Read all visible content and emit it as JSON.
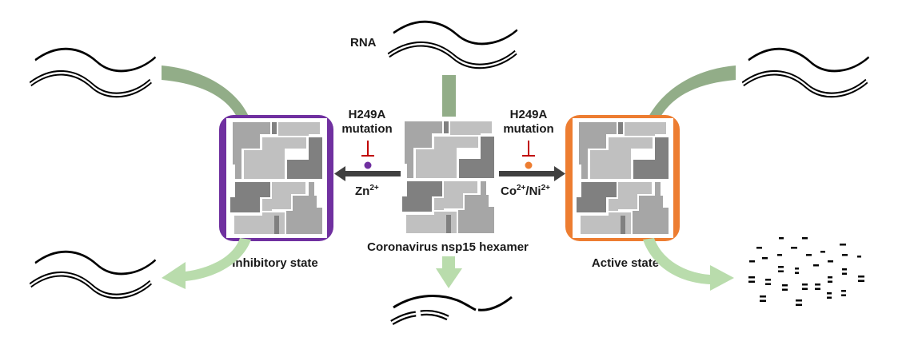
{
  "labels": {
    "rna": "RNA",
    "mutation_left_line1": "H249A",
    "mutation_left_line2": "mutation",
    "mutation_right_line1": "H249A",
    "mutation_right_line2": "mutation",
    "zn_base": "Zn",
    "zn_sup": "2+",
    "co_base": "Co",
    "co_sup": "2+",
    "slash_ni": "/Ni",
    "ni_sup": "2+",
    "center_caption": "Coronavirus nsp15 hexamer",
    "left_caption": "Inhibitory state",
    "right_caption": "Active state"
  },
  "icons": {
    "rna_strands": "wavy-ssRNA-and-dsRNA",
    "hexamer": "nsp15-hexamer-block",
    "inhibit": "t-bar-inhibition-symbol",
    "ion": "metal-ion-dot",
    "cleaved_fragments": "short-dash-fragments"
  },
  "colors": {
    "inhibitory_frame": "#7030a0",
    "active_frame": "#ed7d31",
    "zn_dot": "#7030a0",
    "co_dot": "#ed7d31",
    "inhibit_bar": "#c00000",
    "rna_input_arrow": "#92ad88",
    "output_arrow": "#b9dcac",
    "reaction_arrow": "#404040",
    "block_light": "#c0c0c0",
    "block_mid": "#a6a6a6",
    "block_dark": "#808080"
  }
}
